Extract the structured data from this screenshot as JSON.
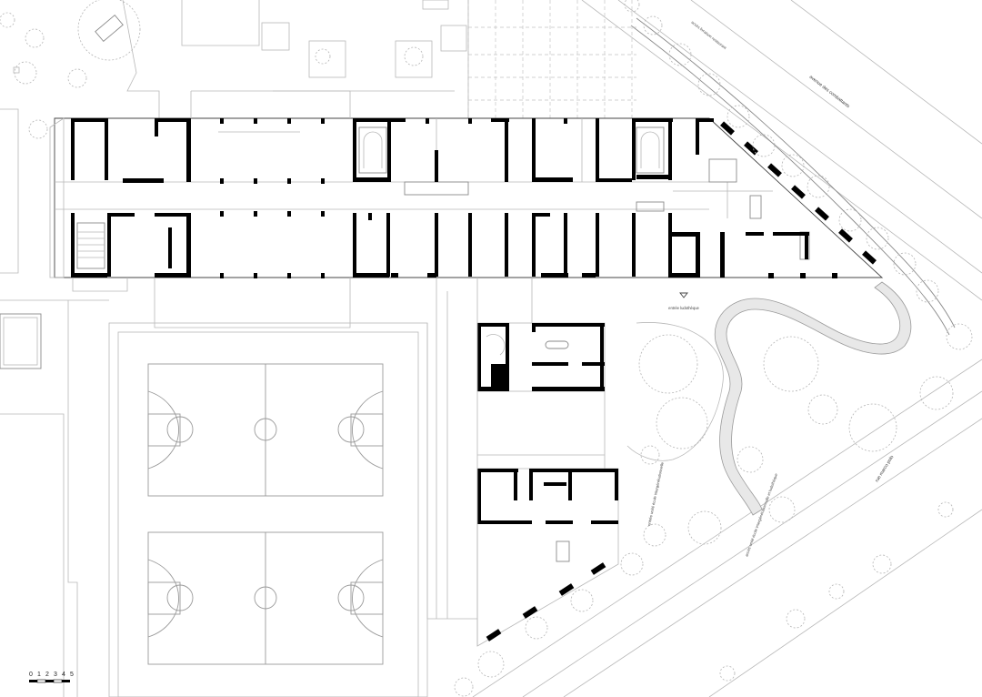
{
  "plan": {
    "labels": {
      "avenue_top": "avenue des combattants",
      "access_top": "accès livraison restaurant",
      "mediatheque_entry": "entrée ludothèque",
      "entry_school": "entrée unité école intergénérationnelle",
      "access_unit": "accès unité école intergénérationnelle et ludothèque",
      "rue_bottom": "rue marco polo"
    },
    "scale_bar": {
      "ticks": [
        "0",
        "1",
        "2",
        "3",
        "4",
        "5"
      ]
    }
  }
}
